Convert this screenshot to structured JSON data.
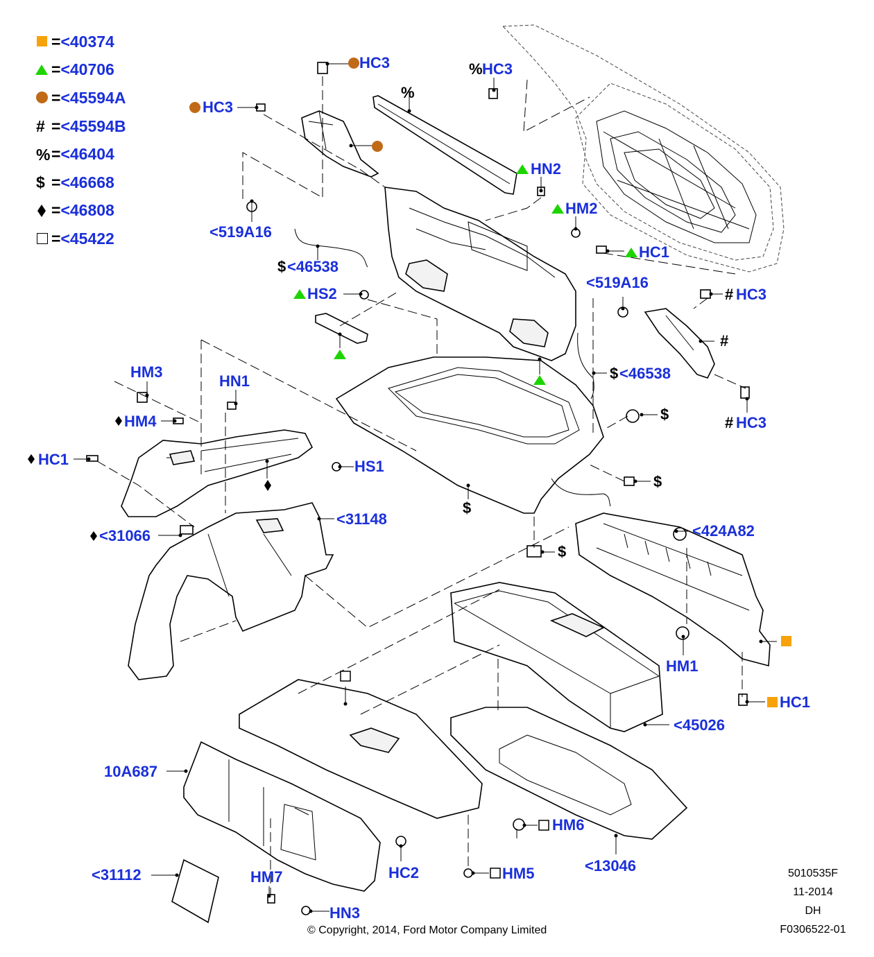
{
  "legend": [
    {
      "symbol": "orange-square",
      "eq": "=",
      "code": "<40374"
    },
    {
      "symbol": "green-triangle",
      "eq": "=",
      "code": "<40706"
    },
    {
      "symbol": "brown-circle",
      "eq": "=",
      "code": "<45594A"
    },
    {
      "symbol": "#",
      "eq": "=",
      "code": "<45594B"
    },
    {
      "symbol": "%",
      "eq": "=",
      "code": "<46404"
    },
    {
      "symbol": "$",
      "eq": "=",
      "code": "<46668"
    },
    {
      "symbol": "diamond",
      "eq": "=",
      "code": "<46808"
    },
    {
      "symbol": "outline-square",
      "eq": "=",
      "code": "<45422"
    }
  ],
  "labels": {
    "hc3_top": "HC3",
    "hc3_left": "HC3",
    "hc3_pct": "HC3",
    "hn2": "HN2",
    "hm2": "HM2",
    "hc1_right": "HC1",
    "c519a16_left": "<519A16",
    "c46538_left": "<46538",
    "hs2": "HS2",
    "c519a16_right": "<519A16",
    "hc3_hash_top": "HC3",
    "c46538_right": "<46538",
    "hc3_hash_bottom": "HC3",
    "hm3": "HM3",
    "hn1": "HN1",
    "hm4": "HM4",
    "hc1_left": "HC1",
    "hs1": "HS1",
    "c31148": "<31148",
    "c31066": "<31066",
    "c424a82": "<424A82",
    "hm1": "HM1",
    "hc1_bottom": "HC1",
    "c45026": "<45026",
    "p10a687": "10A687",
    "hm6": "HM6",
    "c13046": "<13046",
    "c31112": "<31112",
    "hm7": "HM7",
    "hc2": "HC2",
    "hm5": "HM5",
    "hn3": "HN3"
  },
  "symbols": {
    "percent": "%",
    "dollar": "$",
    "hash": "#"
  },
  "footer": {
    "copyright": "© Copyright, 2014, Ford Motor Company Limited",
    "ref1": "5010535F",
    "ref2": "11-2014",
    "ref3": "DH",
    "ref4": "F0306522-01"
  },
  "colors": {
    "label_blue": "#1a2fd9",
    "orange": "#f7a20a",
    "green": "#1ed400",
    "brown": "#c06a18"
  }
}
